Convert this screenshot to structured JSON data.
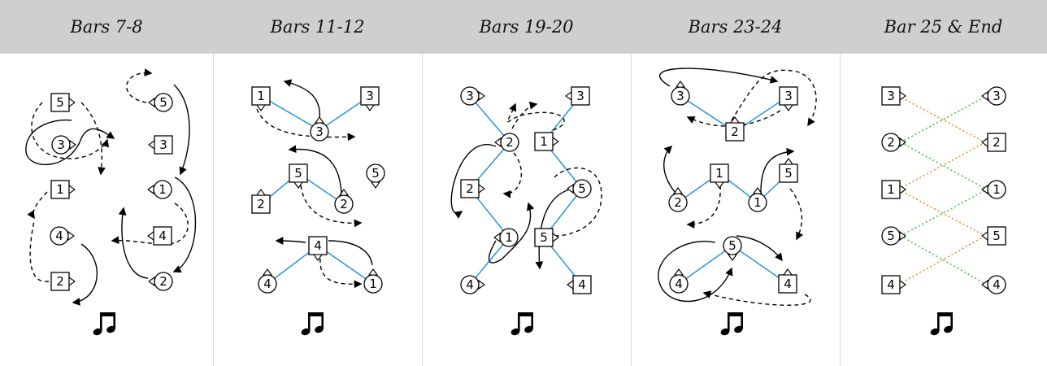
{
  "panels": [
    {
      "title": "Bars 7-8"
    },
    {
      "title": "Bars 11-12"
    },
    {
      "title": "Bars 19-20"
    },
    {
      "title": "Bars 23-24"
    },
    {
      "title": "Bar 25 & End"
    }
  ],
  "colors": {
    "header_bg": "#cfcfcf",
    "connector_blue": "#2b93df",
    "connector_orange": "#f08a1d",
    "connector_green": "#38c93a",
    "stroke": "#000000"
  },
  "icons": {
    "music": "beamed-eighth-notes-icon"
  },
  "legend": {
    "square": "square-dancer",
    "circle": "circle-dancer",
    "solid_arrow": "solid-path",
    "dashed_arrow": "dashed-path"
  },
  "dancers": {
    "p1": [
      {
        "label": "5",
        "shape": "square",
        "facing": "right"
      },
      {
        "label": "3",
        "shape": "circle",
        "facing": "right"
      },
      {
        "label": "1",
        "shape": "square",
        "facing": "right"
      },
      {
        "label": "4",
        "shape": "circle",
        "facing": "right"
      },
      {
        "label": "2",
        "shape": "square",
        "facing": "right"
      },
      {
        "label": "5",
        "shape": "circle",
        "facing": "left"
      },
      {
        "label": "3",
        "shape": "square",
        "facing": "left"
      },
      {
        "label": "1",
        "shape": "circle",
        "facing": "left"
      },
      {
        "label": "4",
        "shape": "square",
        "facing": "left"
      },
      {
        "label": "2",
        "shape": "circle",
        "facing": "left"
      }
    ],
    "p2": [
      {
        "label": "1",
        "shape": "square",
        "facing": "down"
      },
      {
        "label": "3",
        "shape": "square",
        "facing": "down"
      },
      {
        "label": "3",
        "shape": "circle",
        "facing": "up"
      },
      {
        "label": "5",
        "shape": "square",
        "facing": "down"
      },
      {
        "label": "2",
        "shape": "square",
        "facing": "up"
      },
      {
        "label": "2",
        "shape": "circle",
        "facing": "up"
      },
      {
        "label": "5",
        "shape": "circle",
        "facing": "down"
      },
      {
        "label": "4",
        "shape": "square",
        "facing": "down"
      },
      {
        "label": "4",
        "shape": "circle",
        "facing": "up"
      },
      {
        "label": "1",
        "shape": "circle",
        "facing": "up"
      }
    ],
    "p3": [
      {
        "label": "3",
        "shape": "circle",
        "facing": "right"
      },
      {
        "label": "3",
        "shape": "square",
        "facing": "left"
      },
      {
        "label": "2",
        "shape": "circle",
        "facing": "left"
      },
      {
        "label": "1",
        "shape": "square",
        "facing": "right"
      },
      {
        "label": "2",
        "shape": "square",
        "facing": "right"
      },
      {
        "label": "5",
        "shape": "circle",
        "facing": "left"
      },
      {
        "label": "1",
        "shape": "circle",
        "facing": "left"
      },
      {
        "label": "5",
        "shape": "square",
        "facing": "right"
      },
      {
        "label": "4",
        "shape": "circle",
        "facing": "right"
      },
      {
        "label": "4",
        "shape": "square",
        "facing": "left"
      }
    ],
    "p4": [
      {
        "label": "3",
        "shape": "circle",
        "facing": "up"
      },
      {
        "label": "3",
        "shape": "square",
        "facing": "down"
      },
      {
        "label": "2",
        "shape": "square",
        "facing": "up"
      },
      {
        "label": "1",
        "shape": "square",
        "facing": "down"
      },
      {
        "label": "5",
        "shape": "square",
        "facing": "up"
      },
      {
        "label": "2",
        "shape": "circle",
        "facing": "up"
      },
      {
        "label": "1",
        "shape": "circle",
        "facing": "up"
      },
      {
        "label": "5",
        "shape": "circle",
        "facing": "down"
      },
      {
        "label": "4",
        "shape": "circle",
        "facing": "up"
      },
      {
        "label": "4",
        "shape": "square",
        "facing": "up"
      }
    ],
    "p5": [
      {
        "label": "3",
        "shape": "square",
        "facing": "right"
      },
      {
        "label": "2",
        "shape": "circle",
        "facing": "right"
      },
      {
        "label": "1",
        "shape": "square",
        "facing": "right"
      },
      {
        "label": "5",
        "shape": "circle",
        "facing": "right"
      },
      {
        "label": "4",
        "shape": "square",
        "facing": "right"
      },
      {
        "label": "3",
        "shape": "circle",
        "facing": "left"
      },
      {
        "label": "2",
        "shape": "square",
        "facing": "left"
      },
      {
        "label": "1",
        "shape": "circle",
        "facing": "left"
      },
      {
        "label": "5",
        "shape": "square",
        "facing": "left"
      },
      {
        "label": "4",
        "shape": "circle",
        "facing": "left"
      }
    ]
  }
}
